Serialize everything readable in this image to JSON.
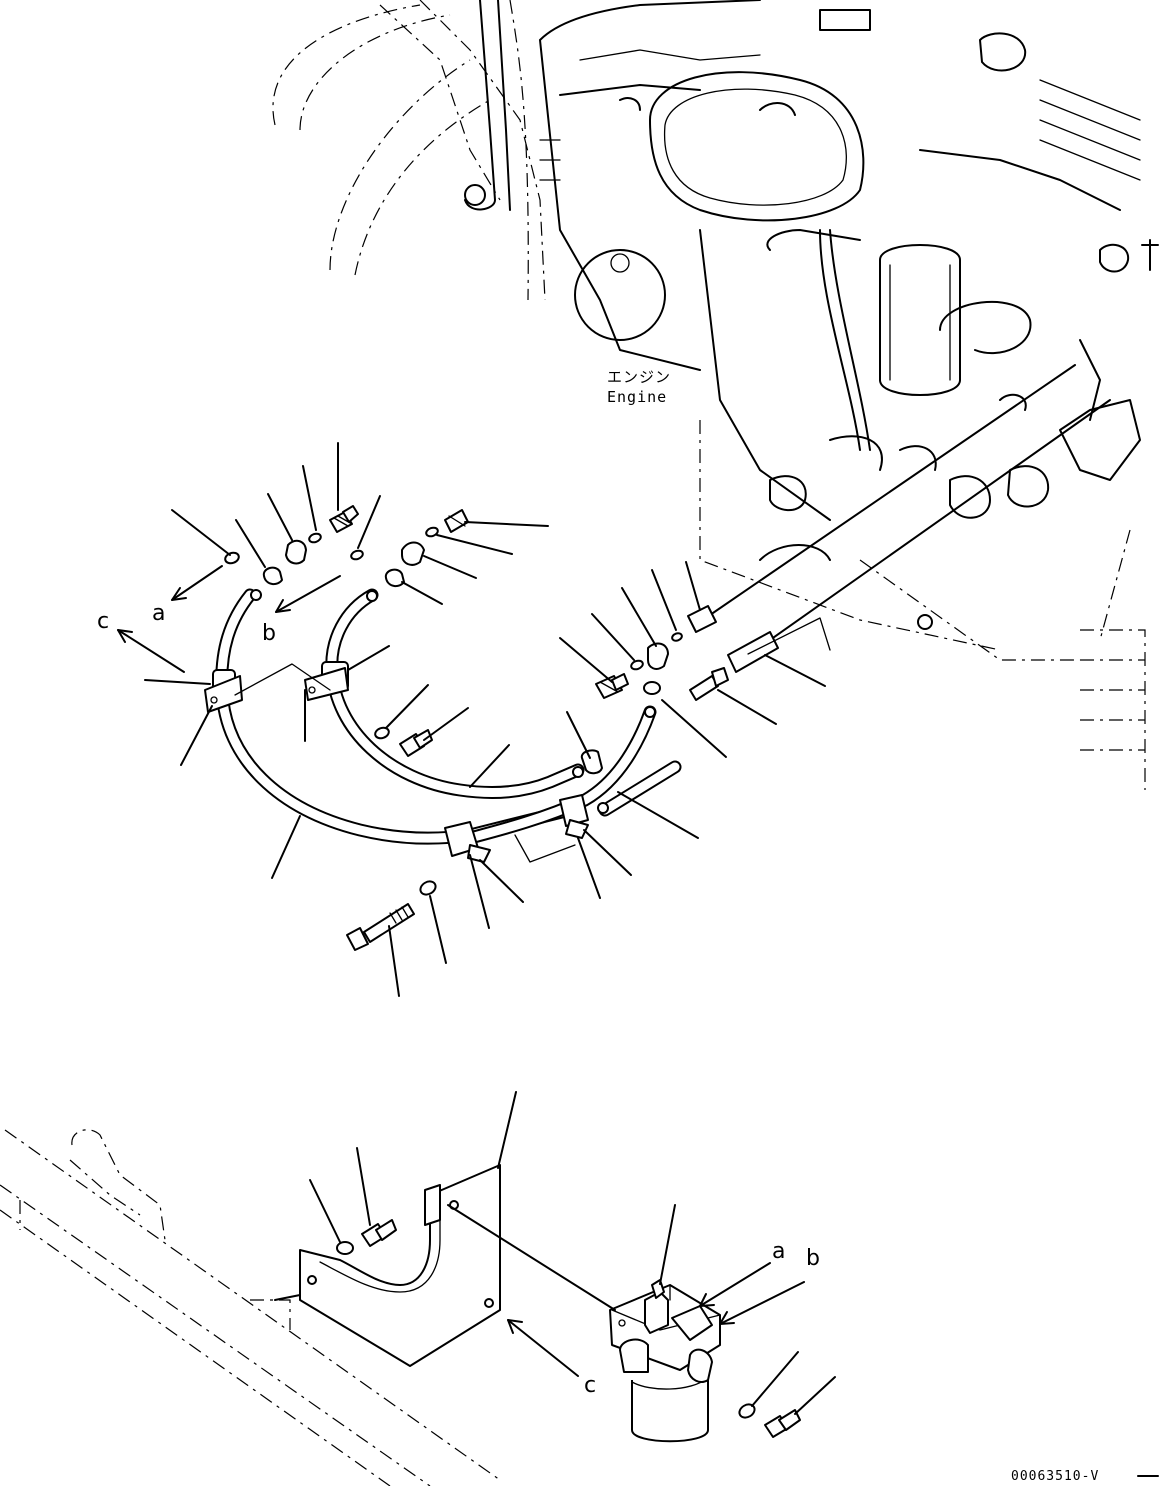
{
  "engine_label_jp": "エンジン",
  "engine_label_en": "Engine",
  "callouts": {
    "a": "a",
    "b": "b",
    "c": "c"
  },
  "drawing_code": "00063510-V"
}
